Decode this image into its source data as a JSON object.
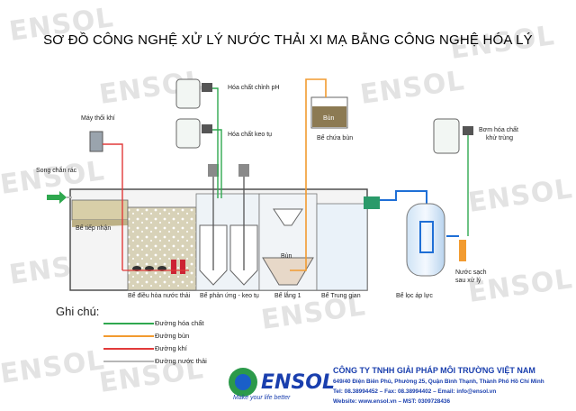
{
  "title": "SƠ ĐỒ CÔNG NGHỆ XỬ LÝ NƯỚC THẢI XI MẠ BẰNG CÔNG NGHỆ HÓA LÝ",
  "watermark": "ENSOL",
  "labels": {
    "blower": "Máy thổi khí",
    "screen": "Song chắn rác",
    "inlet_tank": "Bể tiếp nhận",
    "equalization_tank": "Bể điều hòa nước thải",
    "reaction_tank": "Bể phản ứng - keo tụ",
    "settling_tank": "Bể lắng 1",
    "intermediate_tank": "Bể Trung gian",
    "pressure_filter": "Bể lọc áp lực",
    "ph_chemical": "Hóa chất chỉnh pH",
    "coagulant": "Hóa chất keo tụ",
    "sludge_tank": "Bể chứa bùn",
    "sludge_word": "Bùn",
    "sludge_word2": "Bùn",
    "disinfect_pump_line1": "Bơm hóa chất",
    "disinfect_pump_line2": "khử trùng",
    "clean_water_line1": "Nước sạch",
    "clean_water_line2": "sau xử lý"
  },
  "legend": {
    "title": "Ghi chú:",
    "items": [
      {
        "label": "Đường hóa chất",
        "color": "#2fa84f"
      },
      {
        "label": "Đường bùn",
        "color": "#f29b30"
      },
      {
        "label": "Đường khí",
        "color": "#e23a3a"
      },
      {
        "label": "Đường nước thải",
        "color": "#b7b7b7"
      }
    ]
  },
  "company": {
    "name": "CÔNG TY TNHH GIẢI PHÁP MÔI TRƯỜNG VIỆT NAM",
    "address": "649/40 Điện Biên Phủ, Phường 25, Quận Bình Thạnh, Thành Phố Hồ Chí Minh",
    "contact": "Tel: 08.38994452 – Fax: 08.38994402 – Email: info@ensol.vn",
    "website": "Website: www.ensol.vn – MST: 0309728436",
    "brand": "ENSOL",
    "slogan": "Make your life better"
  }
}
